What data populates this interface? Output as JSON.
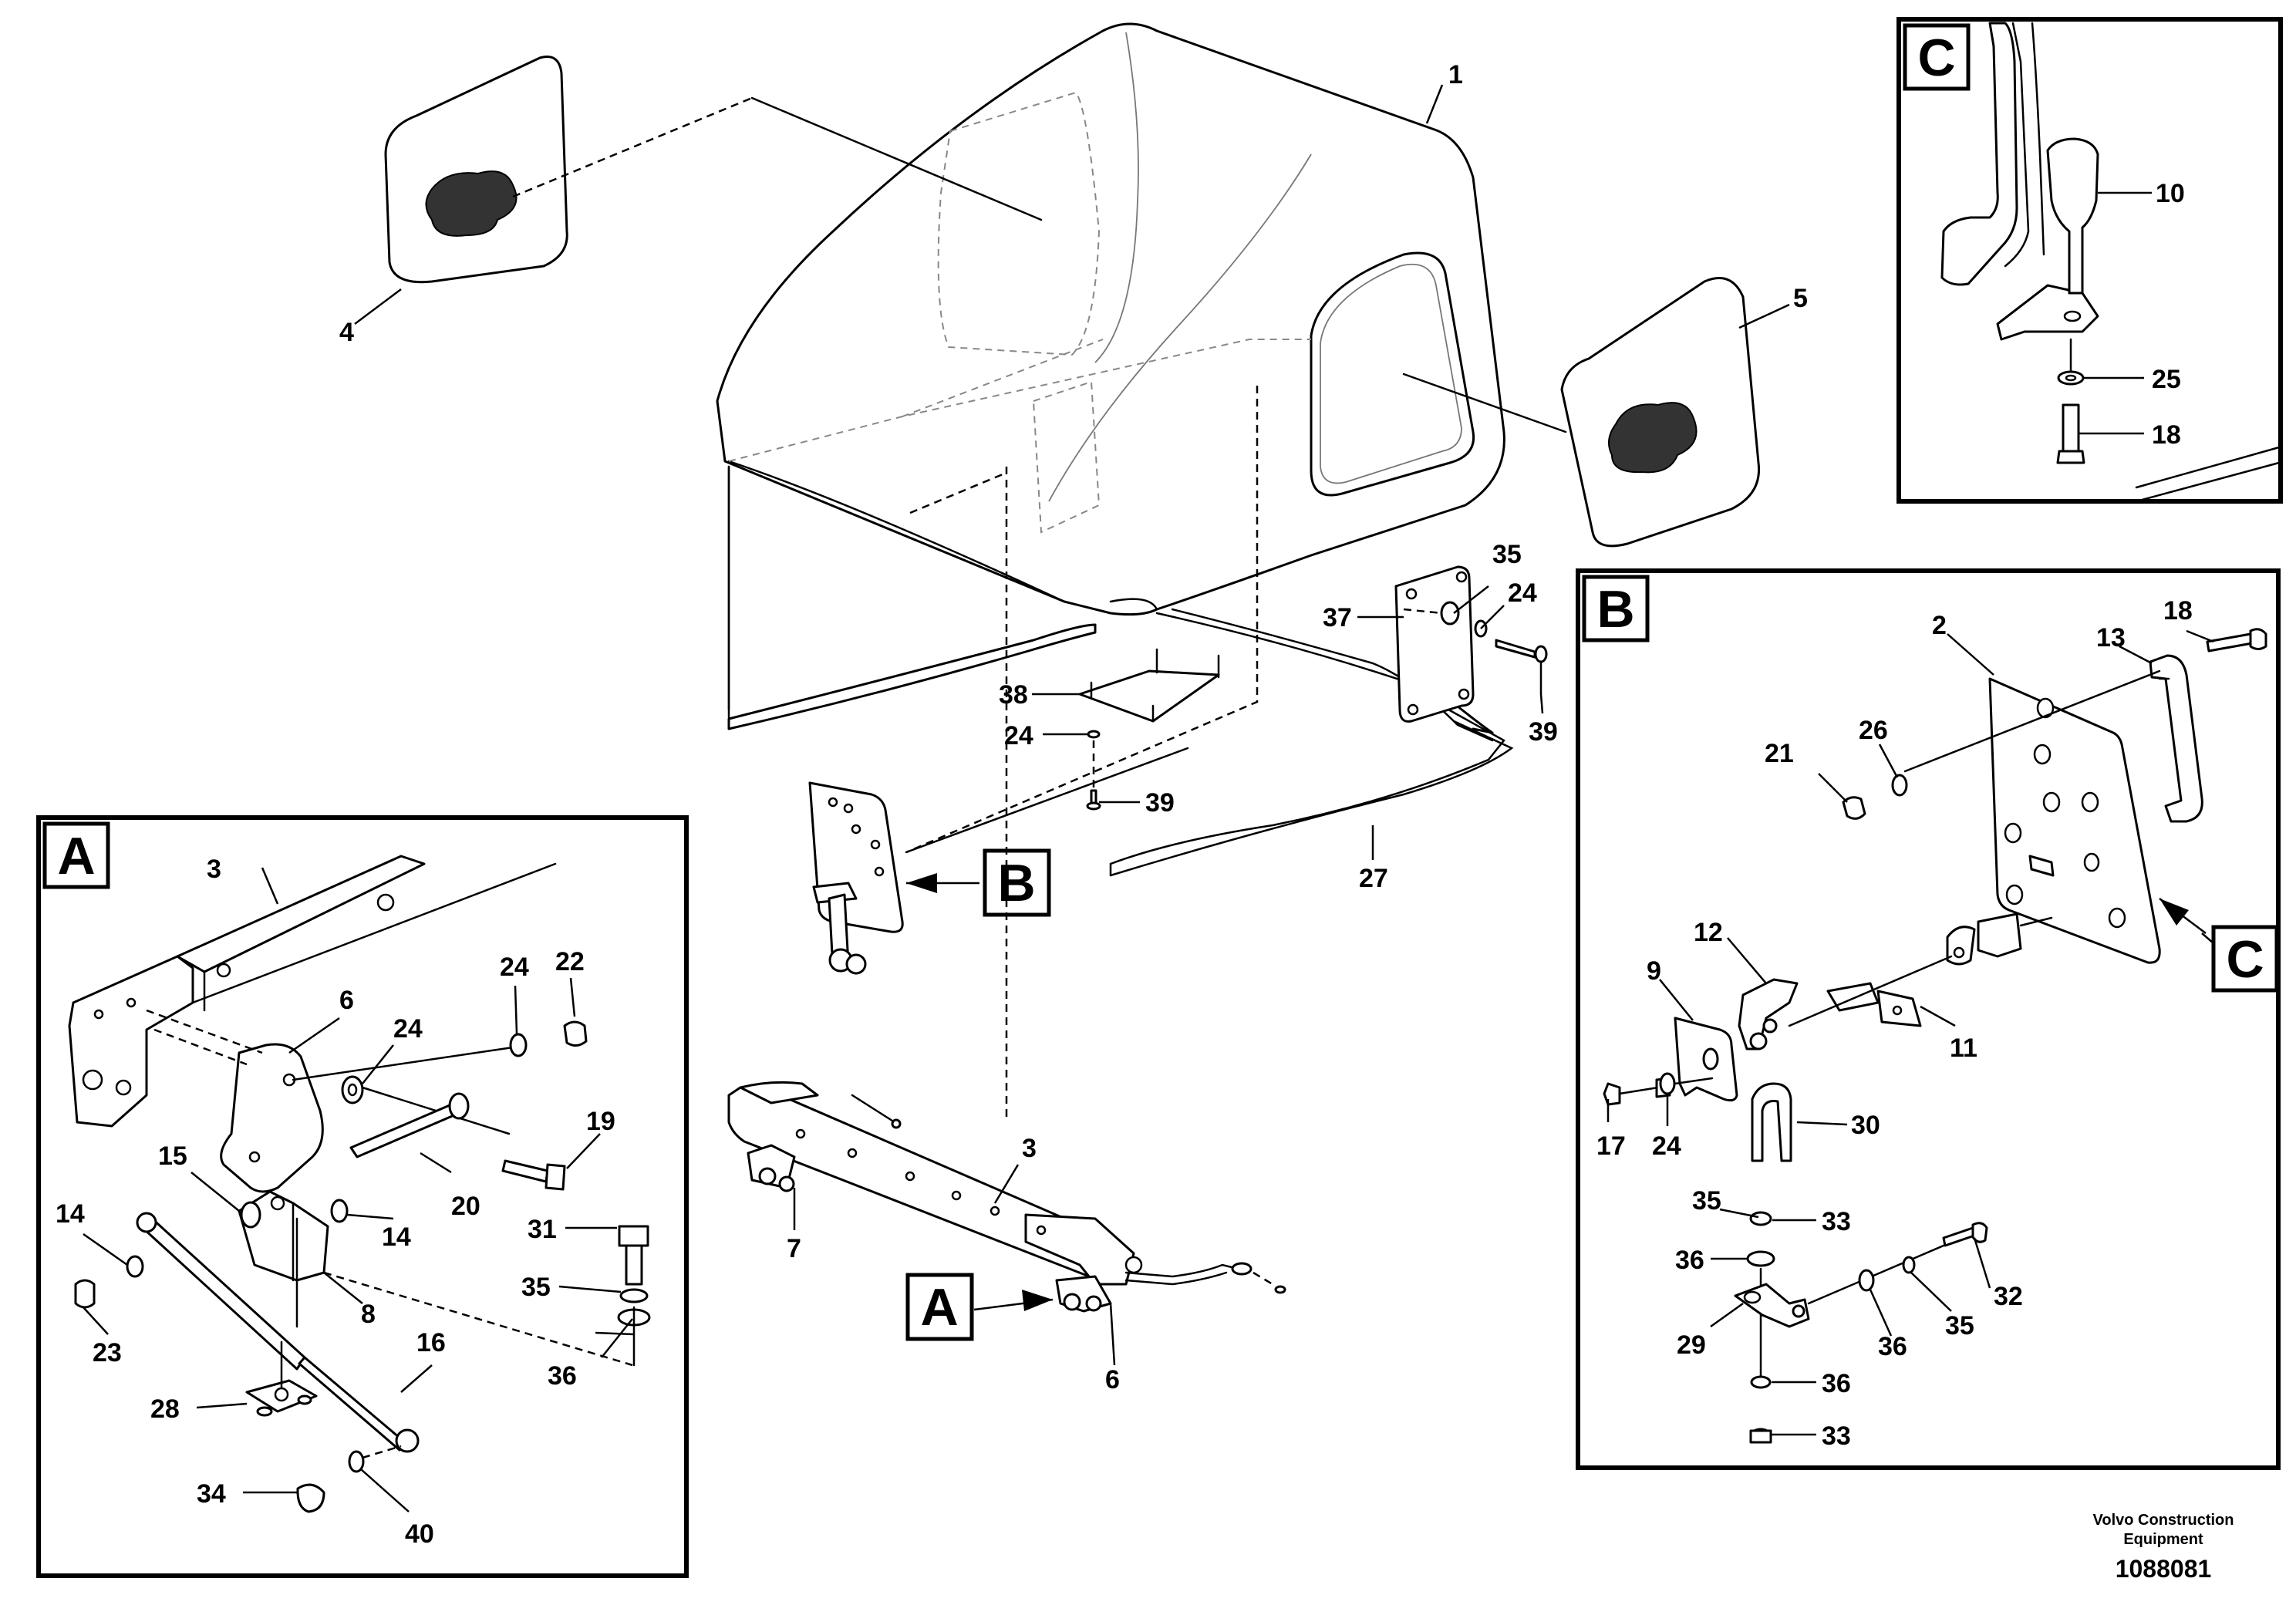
{
  "panels": {
    "A": "A",
    "B": "B",
    "C": "C"
  },
  "callouts": {
    "A": "A",
    "B": "B",
    "C": "C"
  },
  "labels": {
    "main": [
      "1",
      "4",
      "5",
      "37",
      "35",
      "24",
      "38",
      "24",
      "39",
      "39",
      "27",
      "3",
      "7",
      "6"
    ],
    "panel_a": [
      "3",
      "6",
      "24",
      "24",
      "22",
      "19",
      "15",
      "14",
      "14",
      "20",
      "31",
      "35",
      "36",
      "8",
      "23",
      "16",
      "28",
      "34",
      "40"
    ],
    "panel_b": [
      "18",
      "2",
      "13",
      "26",
      "21",
      "12",
      "9",
      "11",
      "30",
      "17",
      "24",
      "35",
      "33",
      "36",
      "32",
      "29",
      "36",
      "35",
      "36",
      "33"
    ],
    "panel_c": [
      "10",
      "25",
      "18"
    ]
  },
  "footer": {
    "company_line1": "Volvo Construction",
    "company_line2": "Equipment",
    "doc_number": "1088081"
  },
  "colors": {
    "line": "#000000",
    "background": "#ffffff",
    "dashed_gray": "#888888"
  }
}
